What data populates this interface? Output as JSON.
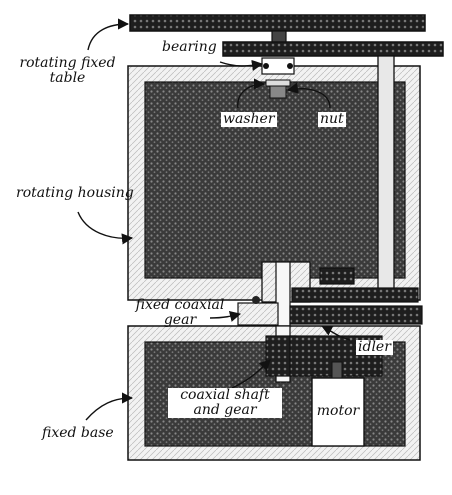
{
  "labels": {
    "bearing": "bearing",
    "rotating_fixed_table": "rotating fixed table",
    "washer": "washer",
    "nut": "nut",
    "rotating_housing": "rotating housing",
    "fixed_coaxial_gear": "fixed coaxial gear",
    "idler": "idler",
    "coaxial_shaft_and_gear": "coaxial shaft and gear",
    "motor": "motor",
    "fixed_base": "fixed base"
  },
  "colors": {
    "ink": "#111111",
    "fill_dark": "#2a2a2a",
    "fill_mid": "#555555",
    "wall": "#f4f4f4",
    "paper": "#ffffff"
  }
}
